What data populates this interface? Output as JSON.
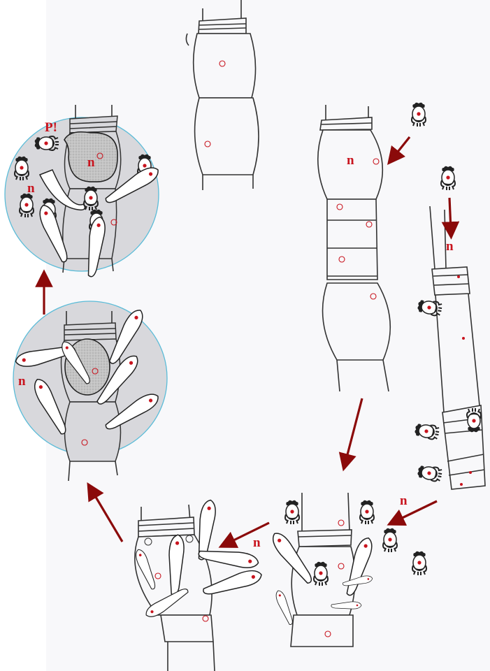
{
  "figure": {
    "labels": {
      "p_alert": "P!",
      "n_circle1_nucleus": "n",
      "n_circle1_left": "n",
      "n_circle2_left": "n",
      "n_filament_top": "n",
      "n_filament_right": "n",
      "n_bottom_right": "n",
      "n_bottom_middle": "n"
    },
    "colors": {
      "arrow": "#8b0a0a",
      "label": "#c8141e",
      "magnifier_border": "#5bbcd8",
      "magnifier_fill": "#d8d8dc",
      "nucleus_texture": "#bcbcbc"
    },
    "icons": [
      "zoospore-icon",
      "germ-tube-icon",
      "arrow-icon",
      "magnifier-circle"
    ]
  }
}
